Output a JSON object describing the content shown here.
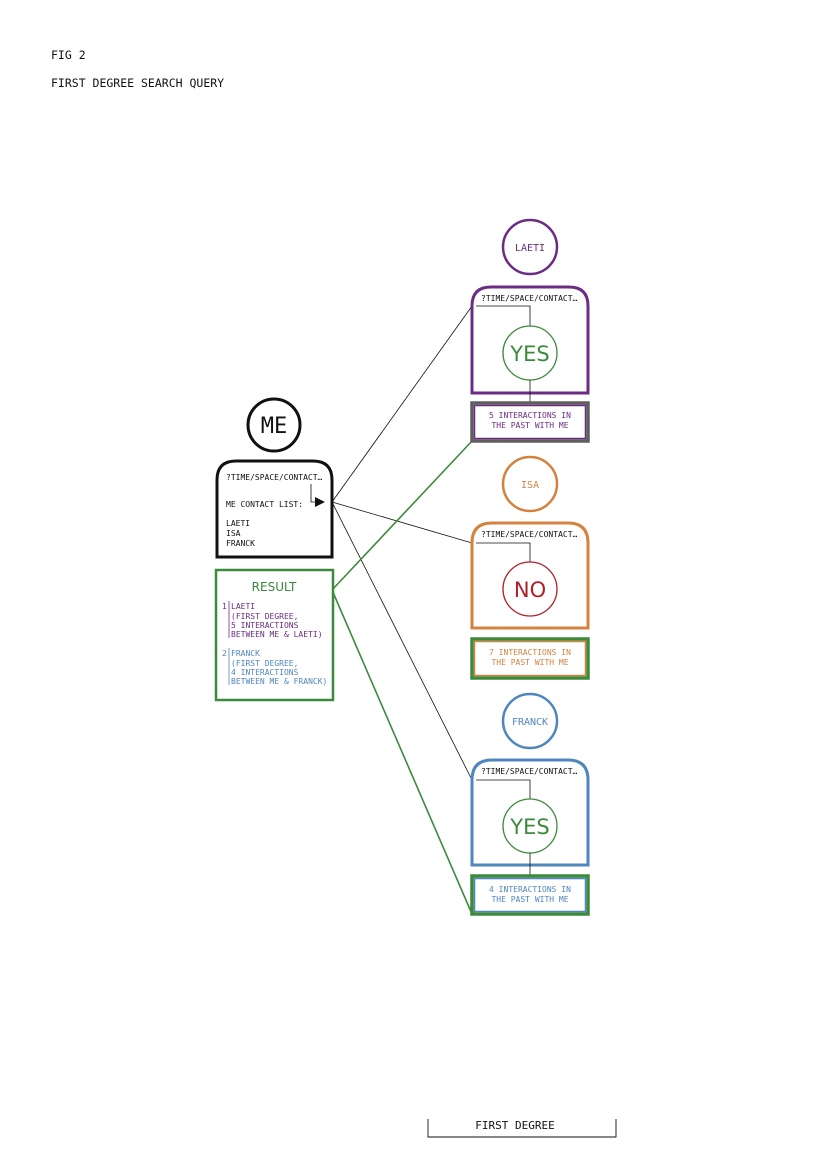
{
  "figure": {
    "label": "FIG 2",
    "title": "FIRST DEGREE SEARCH QUERY",
    "footer": "FIRST DEGREE"
  },
  "colors": {
    "me": "#111111",
    "laeti": "#6b2c82",
    "isa": "#d4823f",
    "franck": "#4f86bd",
    "result": "#3c8a3c",
    "no": "#b01e2a"
  },
  "me": {
    "name": "ME",
    "query": "?TIME/SPACE/CONTACT…",
    "contact_list_label": "ME CONTACT LIST:",
    "contacts": [
      "LAETI",
      "ISA",
      "FRANCK"
    ]
  },
  "result": {
    "title": "RESULT",
    "items": [
      {
        "index": "1",
        "lines": [
          "LAETI",
          "(FIRST DEGREE,",
          "5 INTERACTIONS",
          "BETWEEN ME & LAETI)"
        ]
      },
      {
        "index": "2",
        "lines": [
          "FRANCK",
          "(FIRST DEGREE,",
          "4 INTERACTIONS",
          "BETWEEN ME & FRANCK)"
        ]
      }
    ]
  },
  "persons": [
    {
      "name": "LAETI",
      "query": "?TIME/SPACE/CONTACT…",
      "answer": "YES",
      "interactions_line1": "5 INTERACTIONS IN",
      "interactions_line2": "THE PAST WITH ME"
    },
    {
      "name": "ISA",
      "query": "?TIME/SPACE/CONTACT…",
      "answer": "NO",
      "interactions_line1": "7 INTERACTIONS IN",
      "interactions_line2": "THE PAST WITH ME"
    },
    {
      "name": "FRANCK",
      "query": "?TIME/SPACE/CONTACT…",
      "answer": "YES",
      "interactions_line1": "4 INTERACTIONS IN",
      "interactions_line2": "THE PAST WITH ME"
    }
  ]
}
